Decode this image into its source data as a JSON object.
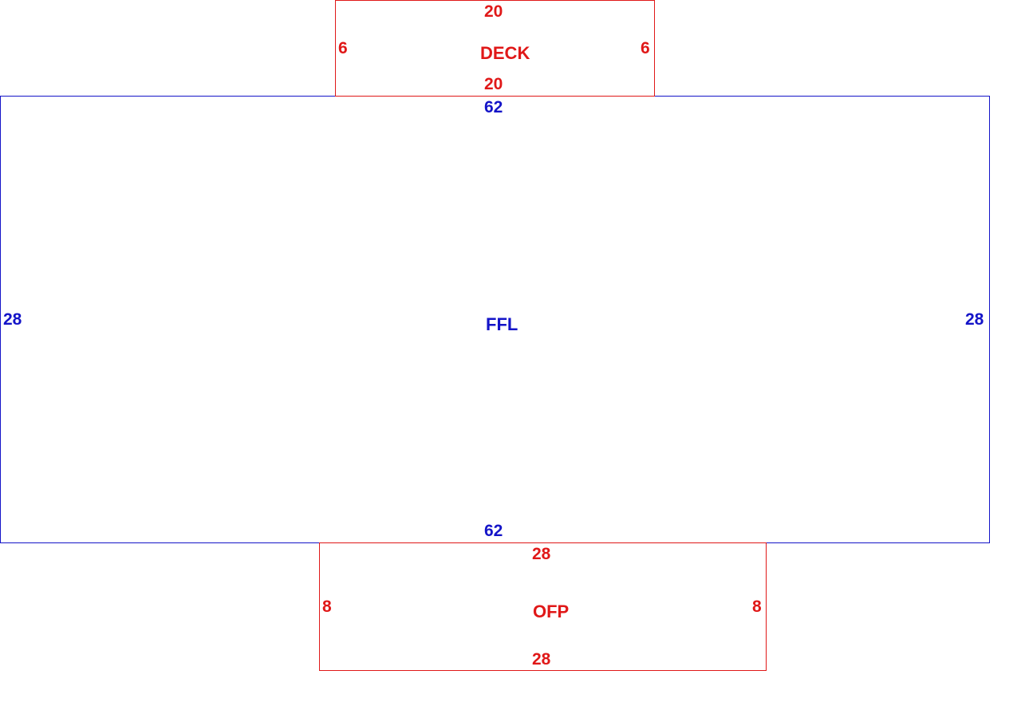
{
  "colors": {
    "deck": "#e01818",
    "ffl": "#1414c8",
    "ofp": "#e01818"
  },
  "deck": {
    "name": "DECK",
    "top": "20",
    "bottom": "20",
    "left": "6",
    "right": "6"
  },
  "ffl": {
    "name": "FFL",
    "top": "62",
    "bottom": "62",
    "left": "28",
    "right": "28"
  },
  "ofp": {
    "name": "OFP",
    "top": "28",
    "bottom": "28",
    "left": "8",
    "right": "8"
  }
}
